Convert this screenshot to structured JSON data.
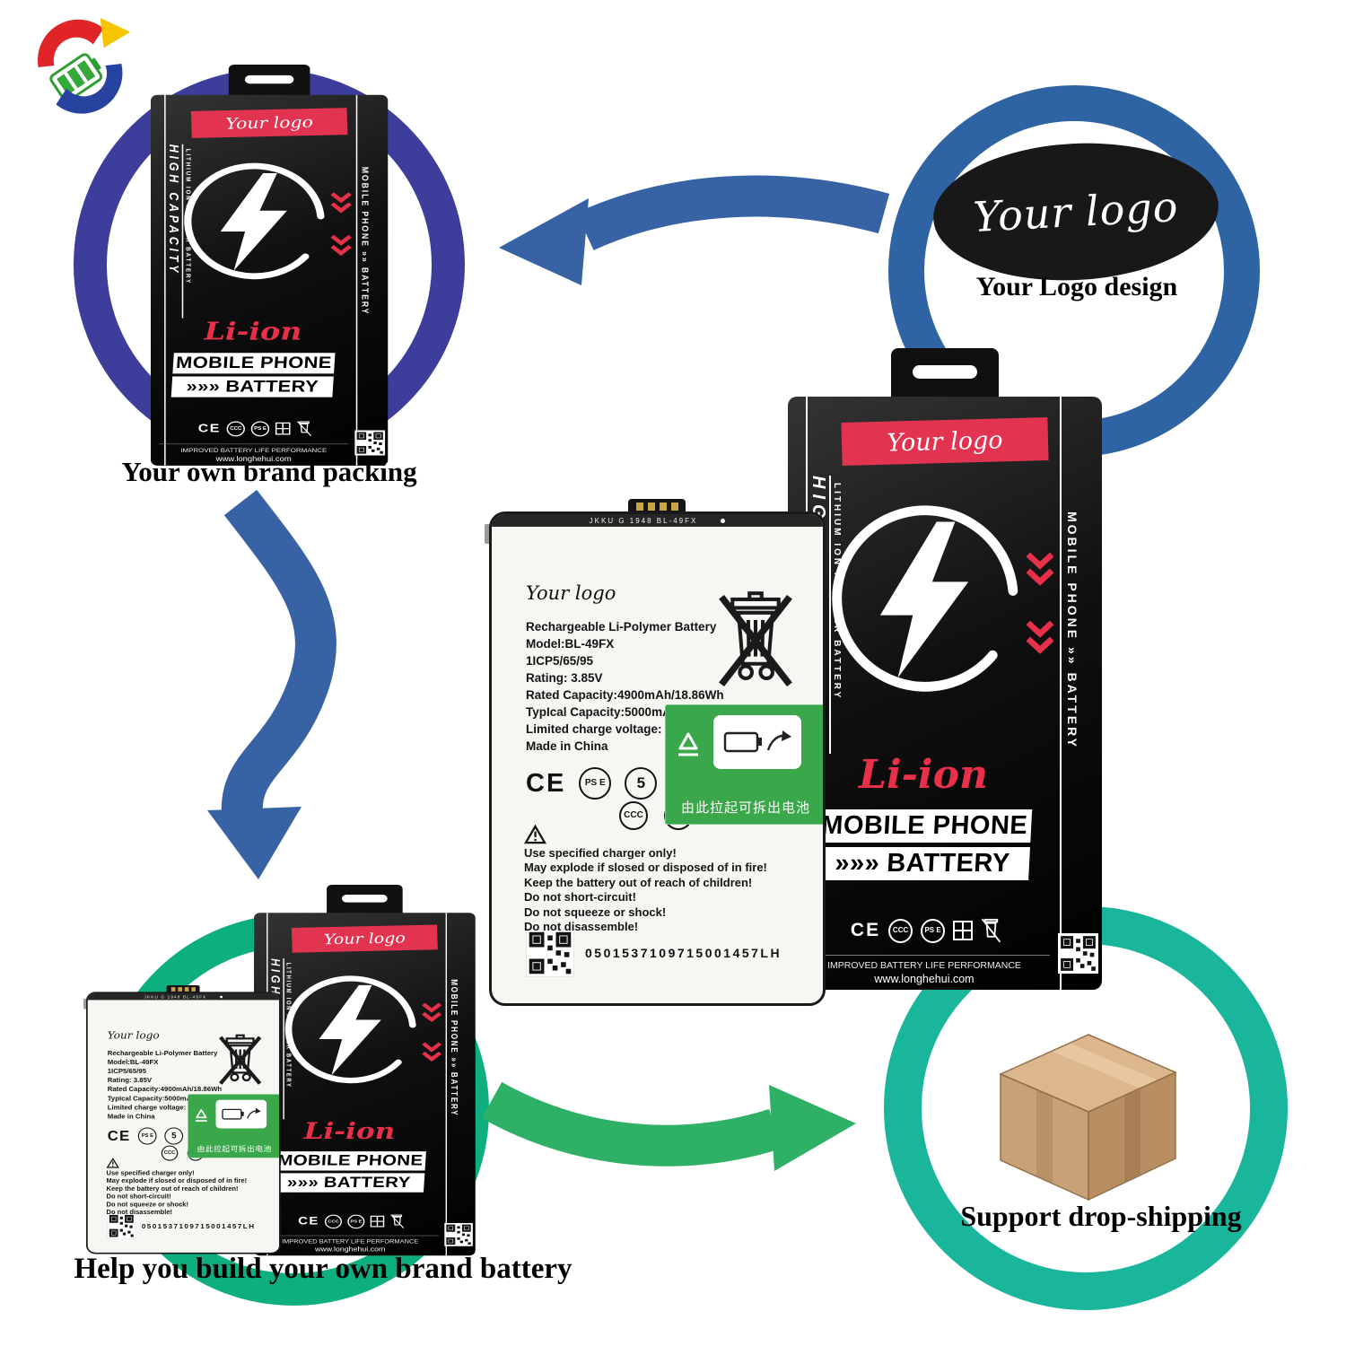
{
  "colors": {
    "ring_top_left": "#3d3e9c",
    "ring_top_right": "#2e64a4",
    "ring_bottom_left": "#0caf7d",
    "ring_bottom_right": "#19b69c",
    "arrow_blue": "#3763a5",
    "arrow_green": "#2fb067",
    "banner_red": "#e23350",
    "accent_red": "#e8304a",
    "sticker_green": "#3aa84a"
  },
  "captions": {
    "brand_packing": "Your own brand packing",
    "logo_design": "Your Logo design",
    "build_brand": "Help you build your own brand battery",
    "drop_shipping": "Support drop-shipping"
  },
  "logo_oval": {
    "text": "Your logo"
  },
  "package": {
    "banner": "Your logo",
    "side_left_1": "HIGH CAPACITY",
    "side_left_2": "LITHIUM ION POLYMER BATTERY",
    "li_ion": "Li-ion",
    "name_line1": "MOBILE PHONE",
    "name_chevrons": "»»»",
    "name_line2": "BATTERY",
    "cert_ce": "CE",
    "cert_ccc": "CCC",
    "cert_pse": "PS E",
    "improved_text": "IMPROVED BATTERY LIFE PERFORMANCE",
    "website": "www.longhehui.com",
    "side_right": "MOBILE PHONE »» BATTERY"
  },
  "battery": {
    "top_code": "JKKU G   1948   BL-49FX",
    "logo": "Your logo",
    "title": "Rechargeable Li-Polymer Battery",
    "model": "Model:BL-49FX",
    "cell_type": "1ICP5/65/95",
    "rating": "Rating: 3.85V",
    "rated_capacity": "Rated Capacity:4900mAh/18.86Wh",
    "typical_capacity": "TypIcal Capacity:5000mAh/19.25Wh",
    "charge_voltage": "Limited charge voltage: 4.40VH",
    "made_in": "Made in China",
    "cert_ce": "CE",
    "cert_pse": "PS E",
    "cert_5": "5",
    "cert_ccc": "CCC",
    "cert_pc": "PC",
    "sticker_text": "由此拉起可拆出电池",
    "warnings": [
      "Use specified charger only!",
      "May explode if slosed or disposed of in fire!",
      "Keep the battery out of reach of children!",
      "Do not short-circuit!",
      "Do not squeeze or shock!",
      "Do not disassemble!"
    ],
    "serial": "0501537109715001457LH"
  }
}
